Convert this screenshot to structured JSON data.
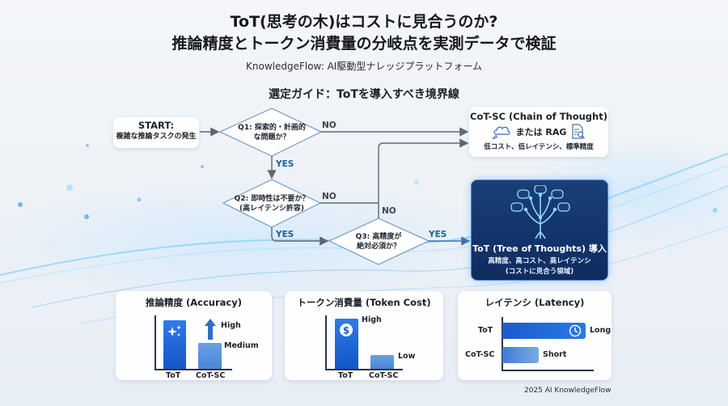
{
  "header": {
    "title_line1": "ToT(思考の木)はコストに見合うのか?",
    "title_line2": "推論精度とトークン消費量の分岐点を実測データで検証",
    "subtitle": "KnowledgeFlow: AI駆動型ナレッジプラットフォーム"
  },
  "flowchart": {
    "title": "選定ガイド：ToTを導入すべき境界線",
    "start": {
      "label": "START:",
      "sublabel": "複雑な推論タスクの発生"
    },
    "q1": {
      "line1": "Q1: 探索的・計画的",
      "line2": "な問題か？",
      "no_label": "NO",
      "yes_label": "YES"
    },
    "q2": {
      "line1": "Q2: 即時性は不要か？",
      "line2": "(高レイテンシ許容)",
      "no_label": "NO",
      "yes_label": "YES"
    },
    "q3": {
      "line1": "Q3: 高精度が",
      "line2": "絶対必須か？",
      "no_label": "NO",
      "yes_label": "YES"
    },
    "cot_result": {
      "title": "CoT-SC (Chain of Thought)",
      "middle": "または RAG",
      "description": "低コスト、低レイテンシ、標準精度",
      "icons": [
        "thought-cloud-icon",
        "document-search-icon"
      ]
    },
    "tot_result": {
      "title": "ToT (Tree of Thoughts) 導入",
      "line1": "高精度、高コスト、高レイテンシ",
      "line2": "(コストに見合う領域)",
      "icon": "thought-tree-icon"
    }
  },
  "panels": {
    "accuracy": {
      "title": "推論精度 (Accuracy)",
      "tot_label": "ToT",
      "cot_label": "CoT-SC",
      "high": "High",
      "medium": "Medium"
    },
    "token_cost": {
      "title": "トークン消費量 (Token Cost)",
      "tot_label": "ToT",
      "cot_label": "CoT-SC",
      "high": "High",
      "low": "Low"
    },
    "latency": {
      "title": "レイテンシ (Latency)",
      "tot_label": "ToT",
      "cot_label": "CoT-SC",
      "long": "Long",
      "short": "Short"
    }
  },
  "chart_data": [
    {
      "type": "bar",
      "title": "推論精度 (Accuracy)",
      "categories": [
        "ToT",
        "CoT-SC"
      ],
      "values": [
        3,
        1.6
      ],
      "value_labels": [
        "High",
        "Medium"
      ],
      "annotations": [
        "arrow up from Medium to High",
        "sparkle icon on ToT bar"
      ]
    },
    {
      "type": "bar",
      "title": "トークン消費量 (Token Cost)",
      "categories": [
        "ToT",
        "CoT-SC"
      ],
      "values": [
        3,
        0.8
      ],
      "value_labels": [
        "High",
        "Low"
      ],
      "annotations": [
        "dollar icon on ToT bar"
      ]
    },
    {
      "type": "bar",
      "orientation": "horizontal",
      "title": "レイテンシ (Latency)",
      "categories": [
        "ToT",
        "CoT-SC"
      ],
      "values": [
        3,
        1.3
      ],
      "value_labels": [
        "Long",
        "Short"
      ],
      "annotations": [
        "clock icon on ToT bar"
      ]
    }
  ],
  "footer": {
    "text": "2025 AI KnowledgeFlow"
  },
  "colors": {
    "accent_blue": "#1f5f9c",
    "bar_blue": "#1a5bd0",
    "tot_box_bg": "#12336a",
    "line_gray": "#5f6773"
  }
}
